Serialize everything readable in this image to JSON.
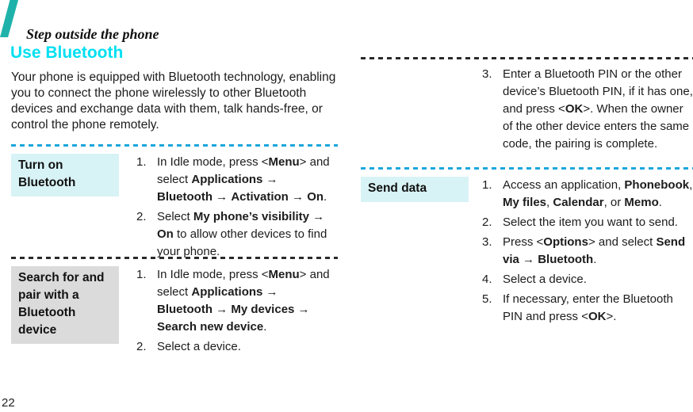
{
  "palette": {
    "corner_teal": "#1fb2aa",
    "heading_cyan": "#00dff2",
    "dash_cyan": "#1ba7dc",
    "dash_dark": "#2b2b2b",
    "label_bg_cyan": "#d8f3f6",
    "label_bg_gray": "#dbdbdb"
  },
  "header": {
    "eyebrow": "Step outside the phone",
    "title": "Use Bluetooth",
    "page_number": "22"
  },
  "intro": "Your phone is equipped with Bluetooth technology, enabling you to connect the phone wirelessly to other Bluetooth devices and exchange data with them, talk hands-free, or control the phone remotely.",
  "sections": [
    {
      "label": "Turn on Bluetooth",
      "theme": "cyan",
      "steps": [
        {
          "num": "1.",
          "text": "In Idle mode, press <**Menu**> and select **Applications** → **Bluetooth** → **Activation** → **On**."
        },
        {
          "num": "2.",
          "text": "Select **My phone’s visibility** → **On** to allow other devices to find your phone."
        }
      ]
    },
    {
      "label": "Search for and pair with a Bluetooth device",
      "theme": "gray",
      "steps": [
        {
          "num": "1.",
          "text": "In Idle mode, press <**Menu**> and select **Applications** → **Bluetooth** → **My devices** → **Search new device**."
        },
        {
          "num": "2.",
          "text": "Select a device."
        }
      ],
      "steps_continued": [
        {
          "num": "3.",
          "text": "Enter a Bluetooth PIN or the other device’s Bluetooth PIN, if it has one, and press <**OK**>. When the owner of the other device enters the same code, the pairing is complete."
        }
      ]
    },
    {
      "label": "Send data",
      "theme": "cyan",
      "steps": [
        {
          "num": "1.",
          "text": "Access an application, **Phonebook**, **My files**, **Calendar**, or **Memo**."
        },
        {
          "num": "2.",
          "text": "Select the item you want to send."
        },
        {
          "num": "3.",
          "text": "Press <**Options**> and select **Send via** → **Bluetooth**."
        },
        {
          "num": "4.",
          "text": "Select a device."
        },
        {
          "num": "5.",
          "text": "If necessary, enter the Bluetooth PIN and press <**OK**>."
        }
      ]
    }
  ]
}
